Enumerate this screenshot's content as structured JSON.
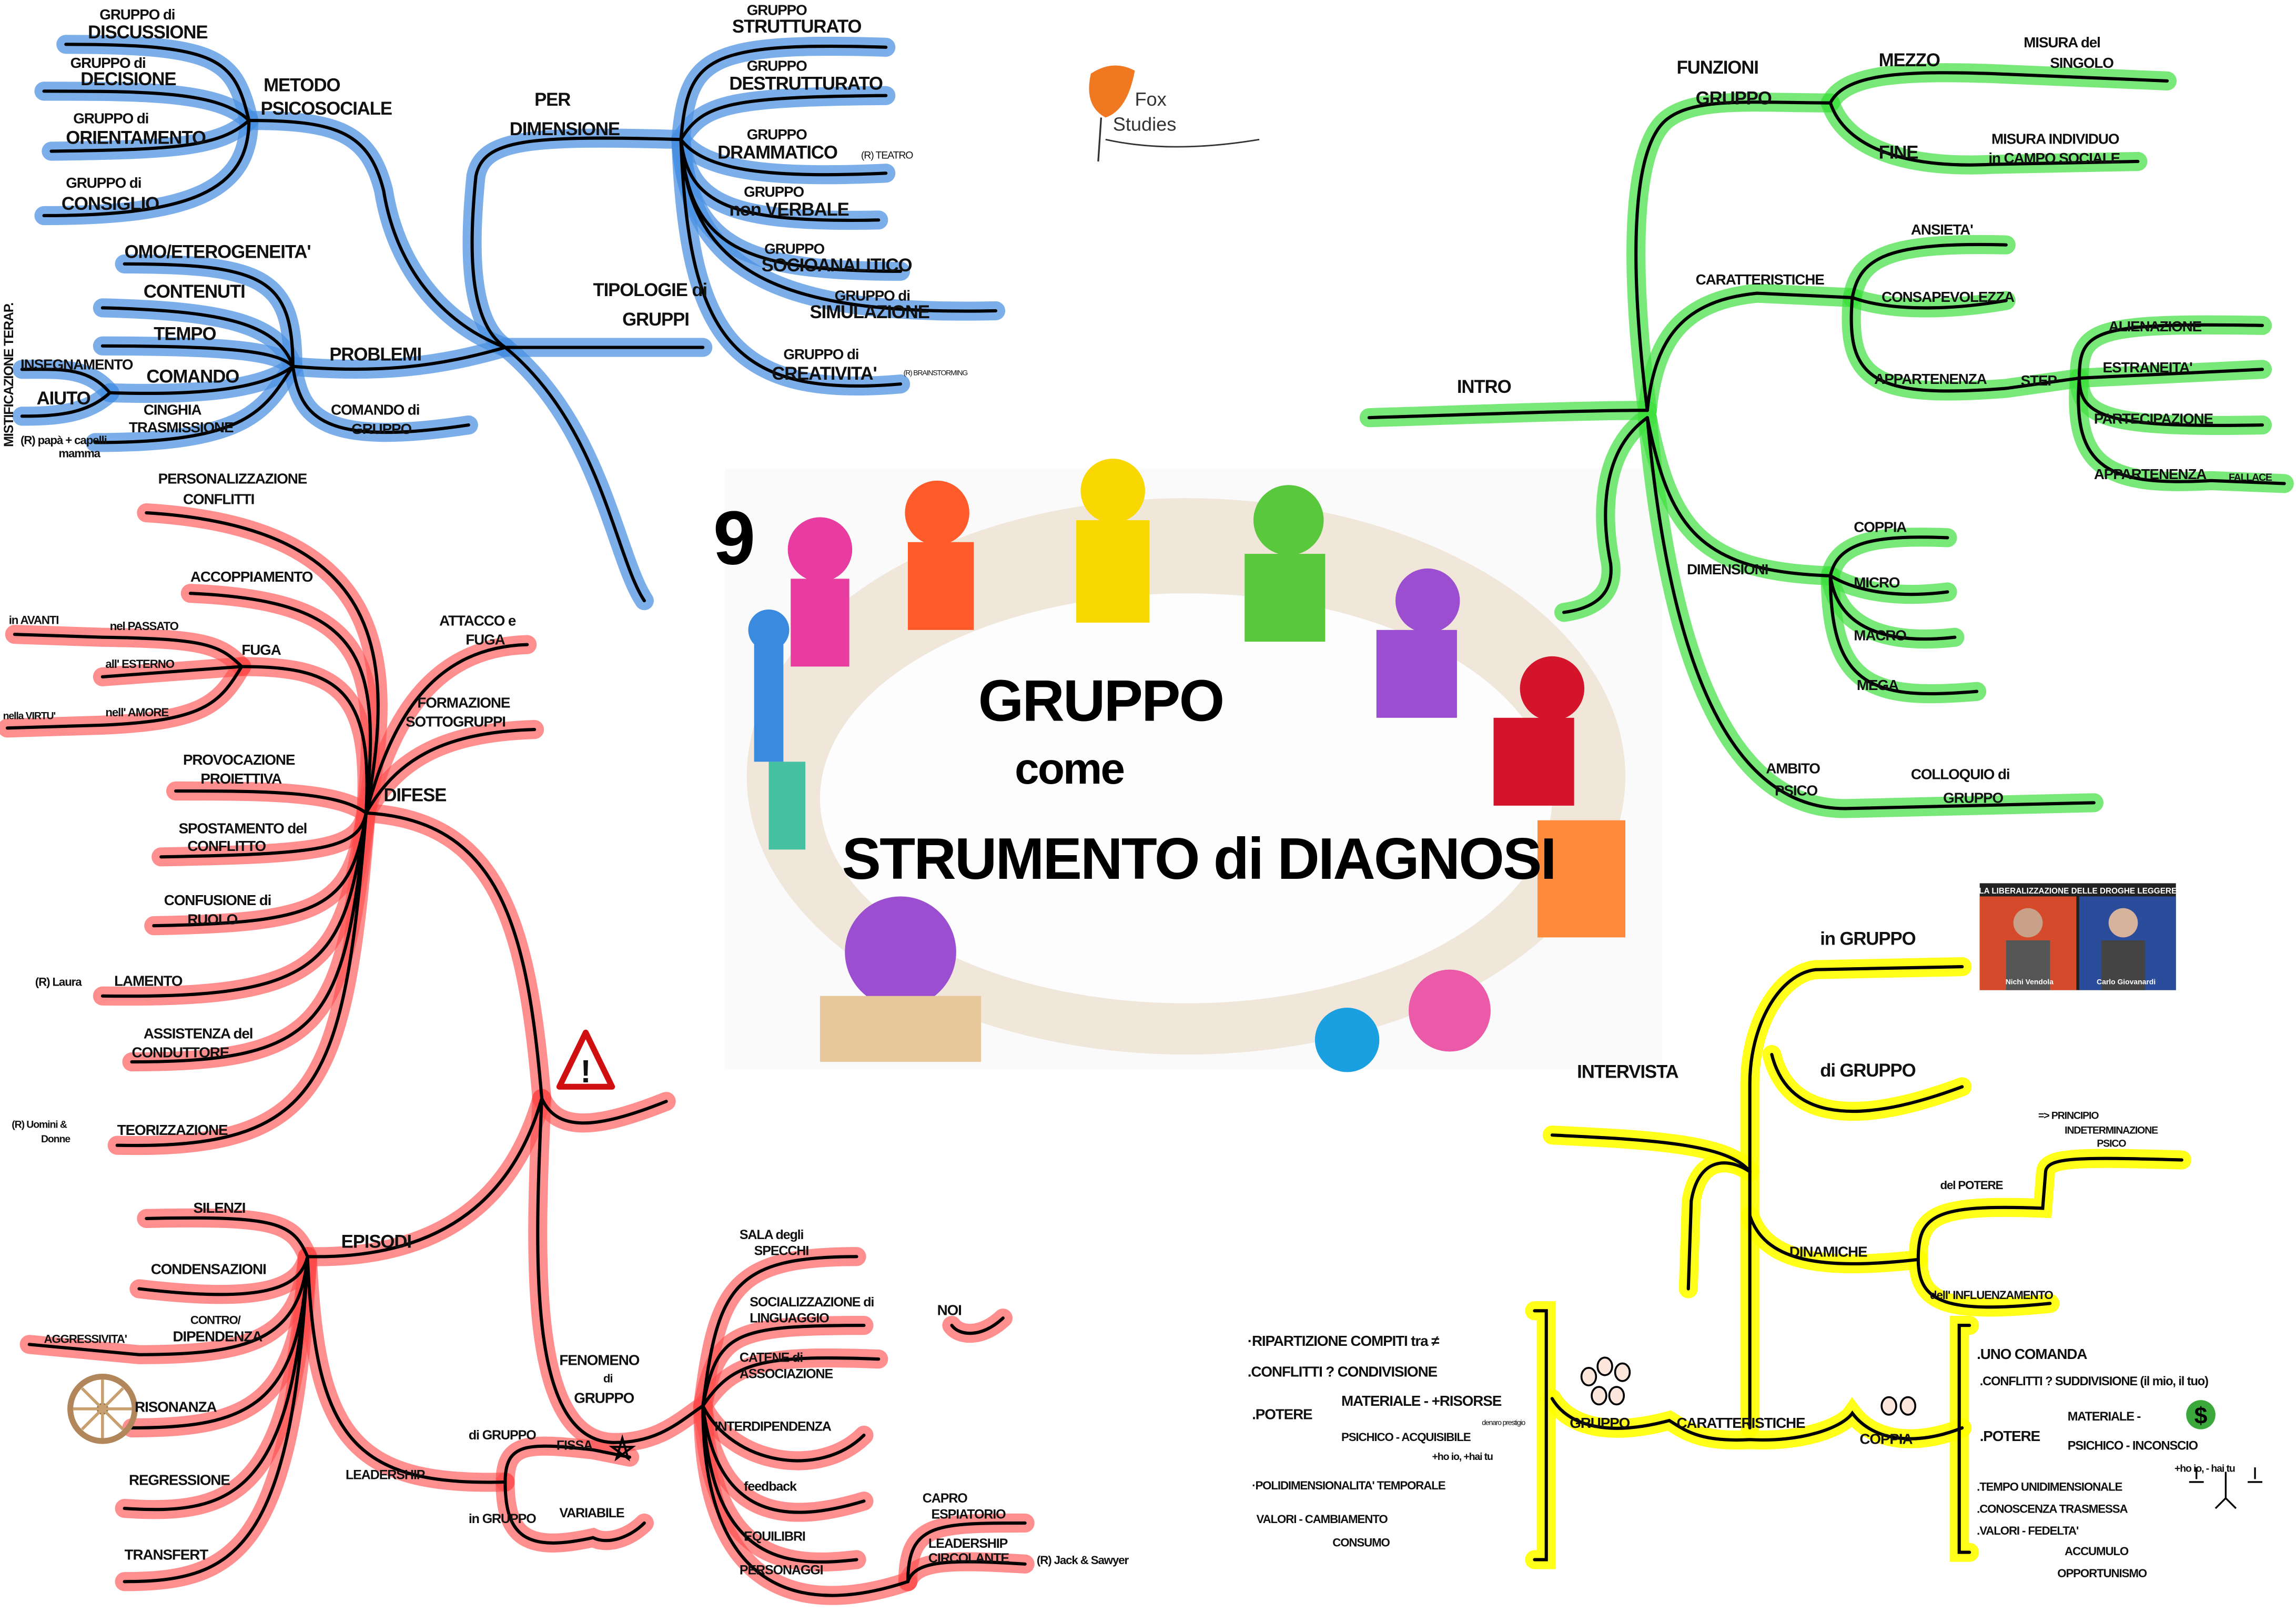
{
  "title": {
    "number": "9",
    "line1": "GRUPPO",
    "line2": "come",
    "line3": "STRUMENTO di DIAGNOSI"
  },
  "logo": {
    "line1": "Fox",
    "line2": "Studies"
  },
  "tv": {
    "headline": "LA LIBERALIZZAZIONE DELLE DROGHE LEGGERE",
    "left_name": "Nichi Vendola",
    "right_name": "Carlo Giovanardi"
  },
  "colors": {
    "blue": "#4a90e2",
    "green": "#3ee03e",
    "red": "#ff4a4a",
    "yellow": "#ffff00"
  },
  "blue": {
    "tipologie": [
      "TIPOLOGIE di",
      "GRUPPI"
    ],
    "metodo": [
      "METODO",
      "PSICOSOCIALE"
    ],
    "discussione": [
      "GRUPPO di",
      "DISCUSSIONE"
    ],
    "decisione": [
      "GRUPPO di",
      "DECISIONE"
    ],
    "orientamento": [
      "GRUPPO di",
      "ORIENTAMENTO"
    ],
    "consiglio": [
      "GRUPPO di",
      "CONSIGLIO"
    ],
    "problemi": [
      "PROBLEMI"
    ],
    "omo": [
      "OMO/ETEROGENEITA'"
    ],
    "contenuti": [
      "CONTENUTI"
    ],
    "tempo": [
      "TEMPO"
    ],
    "comando": [
      "COMANDO"
    ],
    "insegnamento": [
      "INSEGNAMENTO"
    ],
    "aiuto": [
      "AIUTO"
    ],
    "cinghia": [
      "CINGHIA",
      "TRASMISSIONE"
    ],
    "comando_gruppo": [
      "COMANDO di",
      "GRUPPO"
    ],
    "mistificazione": [
      "MISTIFICAZIONE TERAP."
    ],
    "papa": [
      "(R) papà + capelli",
      "mamma"
    ],
    "dimensione": [
      "PER",
      "DIMENSIONE"
    ],
    "strutturato": [
      "GRUPPO",
      "STRUTTURATO"
    ],
    "destrutturato": [
      "GRUPPO",
      "DESTRUTTURATO"
    ],
    "drammatico": [
      "GRUPPO",
      "DRAMMATICO"
    ],
    "teatro": [
      "(R) TEATRO"
    ],
    "non_verbale": [
      "GRUPPO",
      "non VERBALE"
    ],
    "socioanalitico": [
      "GRUPPO",
      "SOCIOANALITICO"
    ],
    "simulazione": [
      "GRUPPO di",
      "SIMULAZIONE"
    ],
    "creativita": [
      "GRUPPO di",
      "CREATIVITA'"
    ],
    "brainstorming": [
      "(R) BRAINSTORMING"
    ]
  },
  "green": {
    "intro": [
      "INTRO"
    ],
    "funzioni": [
      "FUNZIONI",
      "GRUPPO"
    ],
    "mezzo": [
      "MEZZO"
    ],
    "misura_singolo": [
      "MISURA del",
      "SINGOLO"
    ],
    "fine": [
      "FINE"
    ],
    "misura_individuo": [
      "MISURA INDIVIDUO",
      "in CAMPO SOCIALE"
    ],
    "caratteristiche": [
      "CARATTERISTICHE"
    ],
    "ansieta": [
      "ANSIETA'"
    ],
    "consapevolezza": [
      "CONSAPEVOLEZZA"
    ],
    "appartenenza": [
      "APPARTENENZA"
    ],
    "step": [
      "STEP"
    ],
    "alienazione": [
      "ALIENAZIONE"
    ],
    "estraneita": [
      "ESTRANEITA'"
    ],
    "partecipazione": [
      "PARTECIPAZIONE"
    ],
    "appartenenza2": [
      "APPARTENENZA"
    ],
    "fallace": [
      "FALLACE"
    ],
    "dimensioni": [
      "DIMENSIONI"
    ],
    "coppia": [
      "COPPIA"
    ],
    "micro": [
      "MICRO"
    ],
    "macro": [
      "MACRO"
    ],
    "mega": [
      "MEGA"
    ],
    "ambito": [
      "AMBITO",
      "PSICO"
    ],
    "colloquio": [
      "COLLOQUIO di",
      "GRUPPO"
    ]
  },
  "yellow": {
    "intervista": [
      "INTERVISTA"
    ],
    "in_gruppo": [
      "in GRUPPO"
    ],
    "di_gruppo": [
      "di GRUPPO"
    ],
    "dinamiche": [
      "DINAMICHE"
    ],
    "potere": [
      "del POTERE"
    ],
    "principio": [
      "=> PRINCIPIO",
      "INDETERMINAZIONE",
      "PSICO"
    ],
    "influenzamento": [
      "dell' INFLUENZAMENTO"
    ],
    "caratteristiche": [
      "CARATTERISTICHE"
    ],
    "gruppo": [
      "GRUPPO"
    ],
    "coppia": [
      "COPPIA"
    ],
    "left_list": [
      "·RIPARTIZIONE COMPITI tra ≠",
      ".CONFLITTI ? CONDIVISIONE",
      ".POTERE",
      "MATERIALE - +RISORSE",
      "PSICHICO - ACQUISIBILE",
      "denaro prestigio",
      "+ho io, +hai tu",
      "·POLIDIMENSIONALITA' TEMPORALE",
      "VALORI - CAMBIAMENTO",
      "CONSUMO"
    ],
    "right_list": [
      ".UNO COMANDA",
      ".CONFLITTI ? SUDDIVISIONE (il mio, il tuo)",
      ".POTERE",
      "MATERIALE -",
      "PSICHICO - INCONSCIO",
      "+ho io, - hai tu",
      ".TEMPO UNIDIMENSIONALE",
      ".CONOSCENZA TRASMESSA",
      ".VALORI - FEDELTA'",
      "ACCUMULO",
      "OPPORTUNISMO"
    ],
    "dollar": "$"
  },
  "red": {
    "difese": [
      "DIFESE"
    ],
    "personalizzazione": [
      "PERSONALIZZAZIONE",
      "CONFLITTI"
    ],
    "accoppiamento": [
      "ACCOPPIAMENTO"
    ],
    "attacco": [
      "ATTACCO e",
      "FUGA"
    ],
    "fuga": [
      "FUGA"
    ],
    "passato": [
      "nel PASSATO"
    ],
    "esterno": [
      "all' ESTERNO"
    ],
    "amore": [
      "nell' AMORE"
    ],
    "avanti": [
      "in AVANTI"
    ],
    "virtu": [
      "nella VIRTU'"
    ],
    "formazione": [
      "FORMAZIONE",
      "SOTTOGRUPPI"
    ],
    "provocazione": [
      "PROVOCAZIONE",
      "PROIETTIVA"
    ],
    "spostamento": [
      "SPOSTAMENTO del",
      "CONFLITTO"
    ],
    "confusione": [
      "CONFUSIONE di",
      "RUOLO"
    ],
    "lamento": [
      "LAMENTO"
    ],
    "laura": [
      "(R) Laura"
    ],
    "assistenza": [
      "ASSISTENZA del",
      "CONDUTTORE"
    ],
    "teorizzazione": [
      "TEORIZZAZIONE"
    ],
    "uomini": [
      "(R) Uomini &",
      "Donne"
    ],
    "episodi": [
      "EPISODI"
    ],
    "silenzi": [
      "SILENZI"
    ],
    "condensazioni": [
      "CONDENSAZIONI"
    ],
    "contro": [
      "CONTRO/",
      "DIPENDENZA"
    ],
    "aggressivita": [
      "AGGRESSIVITA'"
    ],
    "risonanza": [
      "RISONANZA"
    ],
    "regressione": [
      "REGRESSIONE"
    ],
    "transfert": [
      "TRANSFERT"
    ],
    "leadership": [
      "LEADERSHIP"
    ],
    "di_gruppo": [
      "di GRUPPO"
    ],
    "fissa": [
      "FISSA"
    ],
    "in_gruppo": [
      "in GRUPPO"
    ],
    "variabile": [
      "VARIABILE"
    ],
    "fenomeno": [
      "FENOMENO",
      "di",
      "GRUPPO"
    ],
    "sala": [
      "SALA degli",
      "SPECCHI"
    ],
    "socializzazione": [
      "SOCIALIZZAZIONE di",
      "LINGUAGGIO"
    ],
    "noi": [
      "NOI"
    ],
    "catene": [
      "CATENE di",
      "ASSOCIAZIONE"
    ],
    "interdipendenza": [
      "INTERDIPENDENZA"
    ],
    "feedback": [
      "feedback"
    ],
    "equilibri": [
      "EQUILIBRI"
    ],
    "personaggi": [
      "PERSONAGGI"
    ],
    "capro": [
      "CAPRO",
      "ESPIATORIO"
    ],
    "circolante": [
      "LEADERSHIP",
      "CIRCOLANTE"
    ],
    "jack": [
      "(R) Jack & Sawyer"
    ]
  }
}
